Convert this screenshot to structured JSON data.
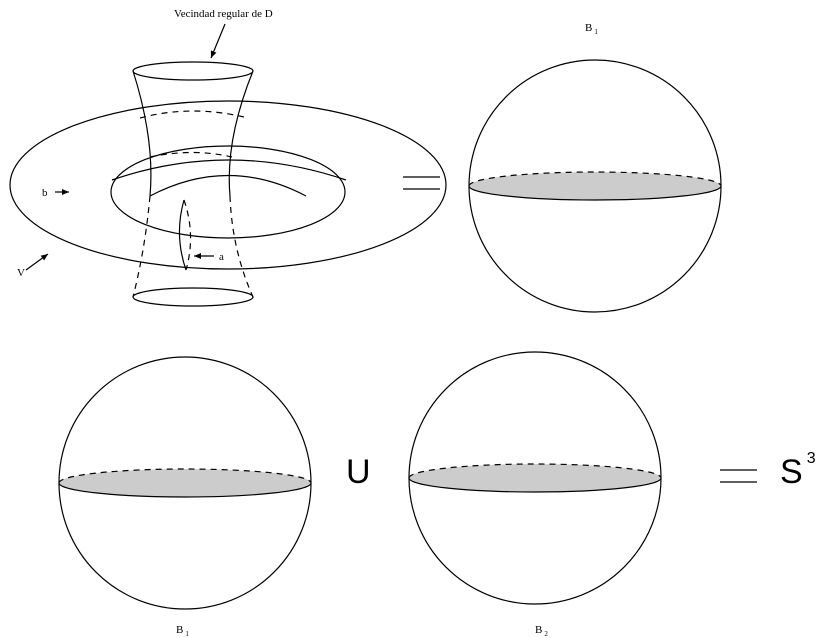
{
  "labels": {
    "vecindad": "Vecindad regular de D",
    "b": "b",
    "a": "a",
    "v": "V",
    "b1_top": "B",
    "b1_top_sub": "1",
    "b1_bottom": "B",
    "b1_bottom_sub": "1",
    "b2_bottom": "B",
    "b2_bottom_sub": "2",
    "union": "U",
    "s": "S",
    "s_sup": "3"
  },
  "colors": {
    "stroke": "#000000",
    "disk_fill": "#cccccc",
    "background": "#ffffff"
  }
}
